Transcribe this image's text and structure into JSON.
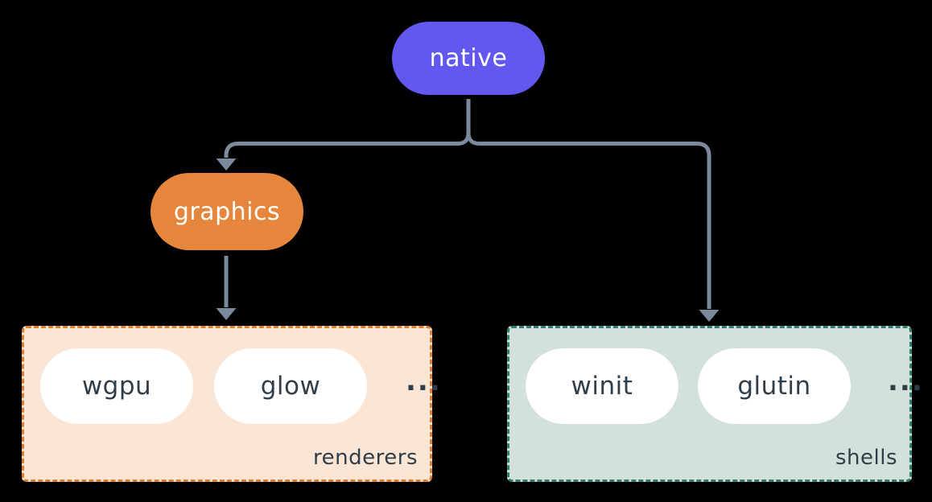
{
  "diagram": {
    "nodes": {
      "native": {
        "label": "native",
        "color": "#6257ef"
      },
      "graphics": {
        "label": "graphics",
        "color": "#e6863c"
      }
    },
    "groups": [
      {
        "name": "renderers",
        "label": "renderers",
        "items": [
          {
            "label": "wgpu"
          },
          {
            "label": "glow"
          }
        ],
        "ellipsis": "...",
        "fill": "#fbe5d4",
        "border_color": "#e0802e"
      },
      {
        "name": "shells",
        "label": "shells",
        "items": [
          {
            "label": "winit"
          },
          {
            "label": "glutin"
          }
        ],
        "ellipsis": "...",
        "fill": "#d2e1d9",
        "border_color": "#2e7f6f"
      }
    ],
    "edges": [
      {
        "from": "native",
        "to": "graphics"
      },
      {
        "from": "native",
        "to": "shells"
      },
      {
        "from": "graphics",
        "to": "renderers"
      }
    ],
    "connector_color": "#7b8a9c",
    "node_text_color": "#ffffff",
    "dark_text_color": "#2f3e4a",
    "background": "#000000"
  }
}
